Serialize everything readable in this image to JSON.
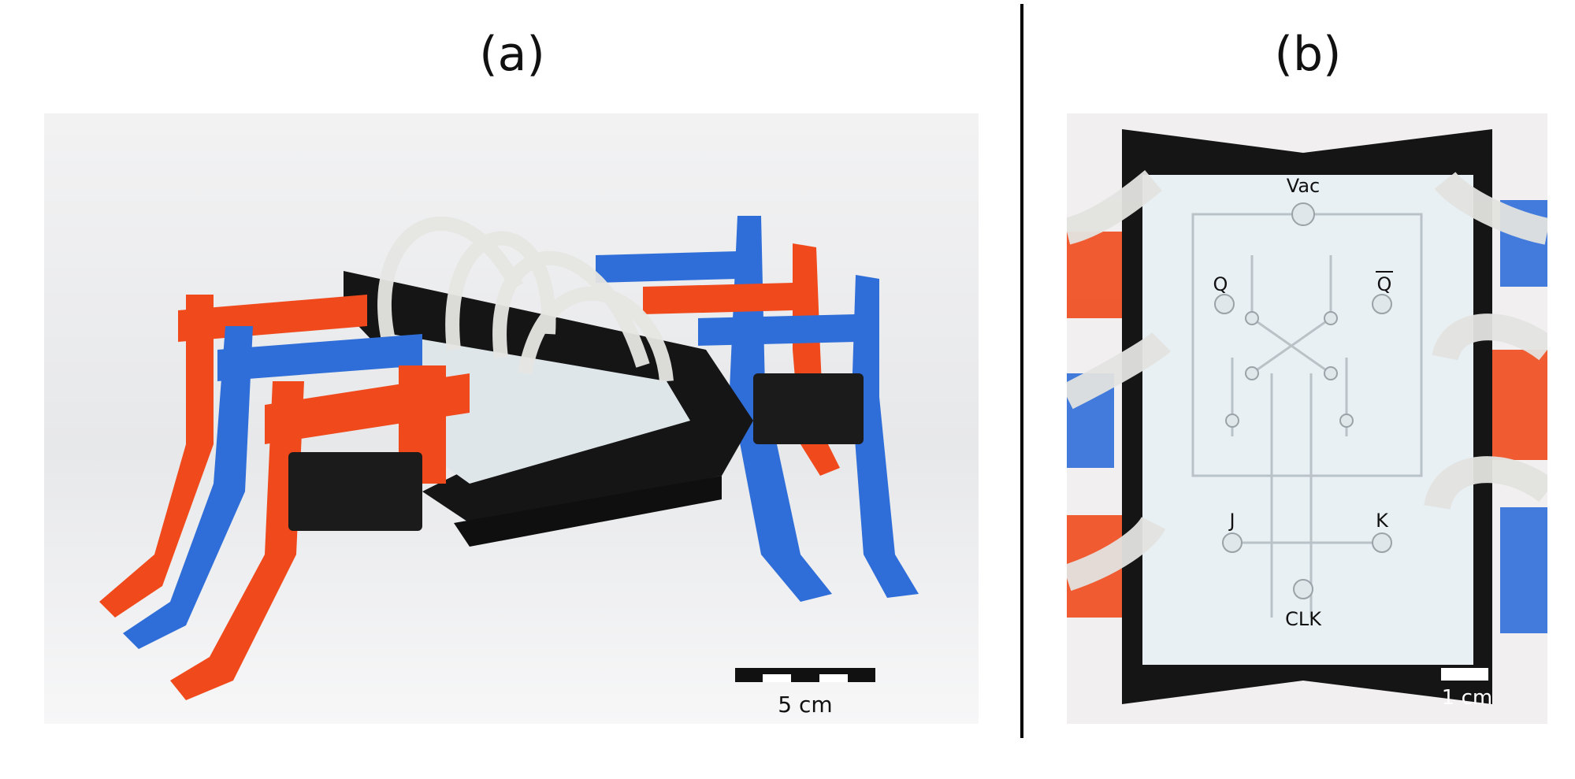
{
  "panels": [
    {
      "label": "(a)",
      "scale_bar": {
        "label": "5 cm"
      }
    },
    {
      "label": "(b)",
      "scale_bar": {
        "label": "1 cm"
      },
      "chip_labels": {
        "vac": "Vac",
        "q": "Q",
        "q_bar": "Q",
        "j": "J",
        "k": "K",
        "clk": "CLK"
      }
    }
  ],
  "colors": {
    "red_leg": "#f04a1c",
    "blue_leg": "#2f6ed8",
    "frame": "#151515",
    "tube": "#e6e6e3",
    "chip": "#e8f0f4"
  }
}
